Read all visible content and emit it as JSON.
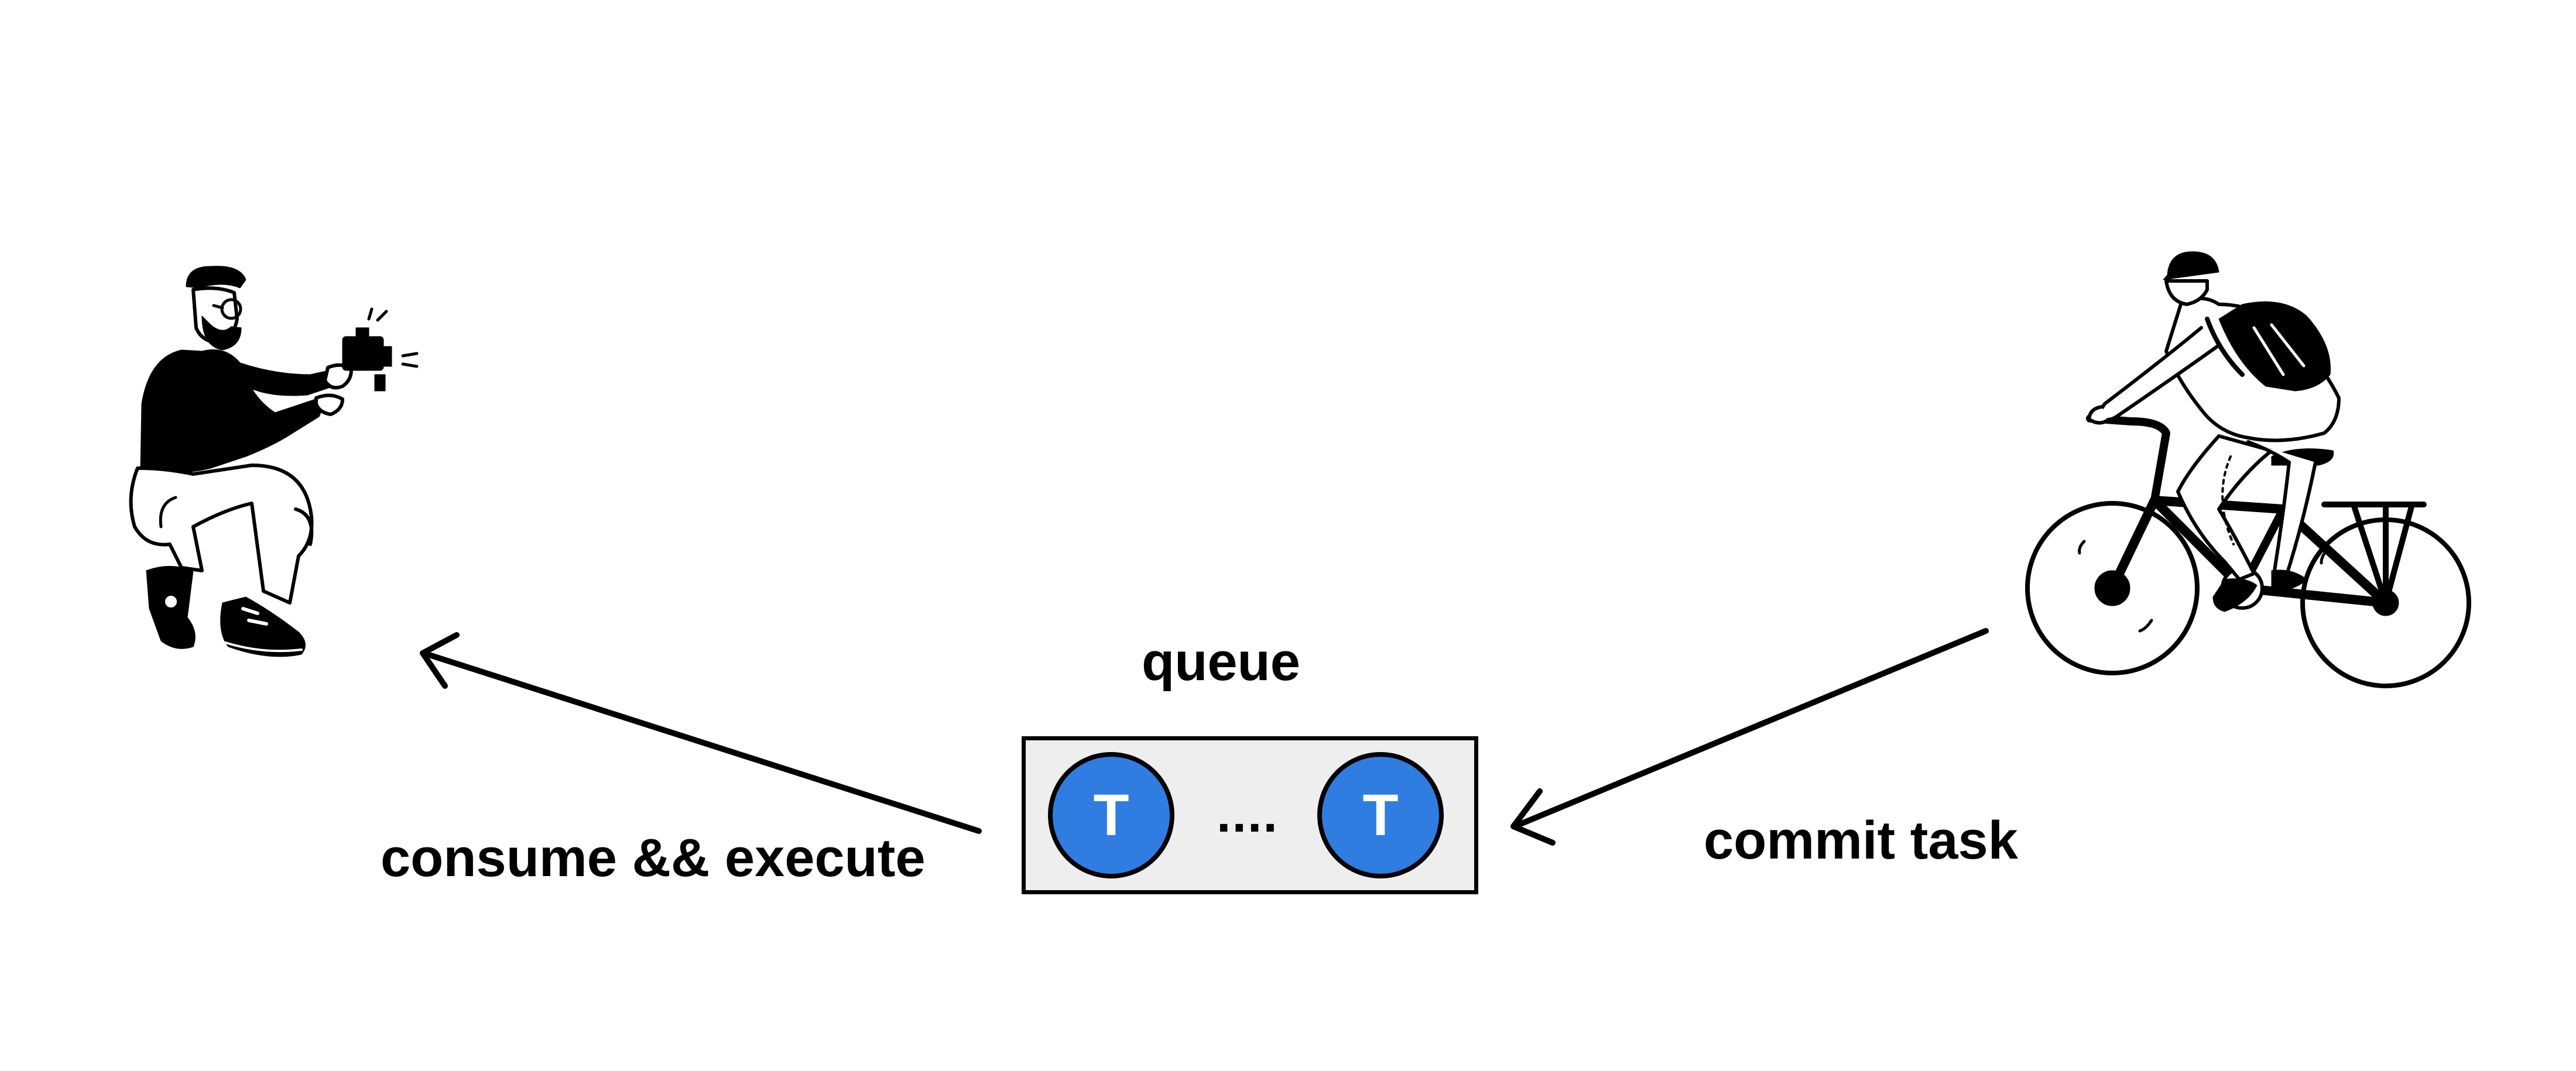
{
  "labels": {
    "queue": "queue",
    "consume": "consume && execute",
    "commit": "commit task"
  },
  "queue": {
    "tokens": [
      "T",
      "T"
    ],
    "ellipsis": "...."
  },
  "colors": {
    "token_fill": "#2f7de1",
    "queue_fill": "#eeeeee",
    "stroke": "#000000"
  },
  "illustrations": {
    "consumer": "person-crouching-with-camera",
    "producer": "person-riding-bicycle"
  }
}
